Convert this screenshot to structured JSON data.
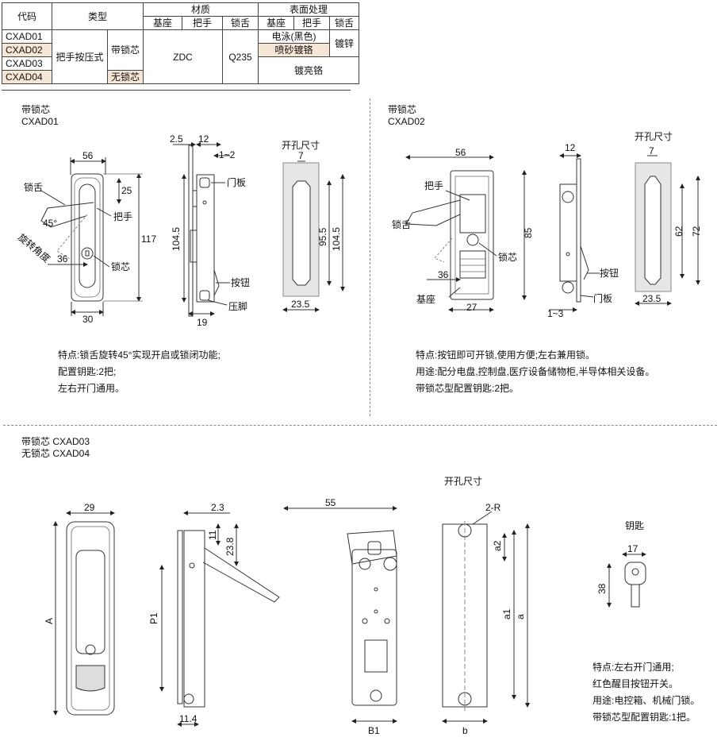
{
  "table": {
    "h_code": "代码",
    "h_type": "类型",
    "h_material": "材质",
    "h_surface": "表面处理",
    "sub_base": "基座",
    "sub_handle": "把手",
    "sub_tongue": "锁舌",
    "codes": [
      "CXAD01",
      "CXAD02",
      "CXAD03",
      "CXAD04"
    ],
    "type_main": "把手按压式",
    "with_core": "带锁芯",
    "without_core": "无锁芯",
    "mat_base": "ZDC",
    "mat_tongue": "Q235",
    "surf_1": "电泳(黑色)",
    "surf_2": "喷砂镀铬",
    "surf_zinc": "镀锌",
    "surf_3": "镀亮铬"
  },
  "section1": {
    "title_a": "带锁芯",
    "title_b": "CXAD01",
    "label_tongue": "锁舌",
    "label_rotate": "旋转角度",
    "label_handle": "把手",
    "label_core": "锁芯",
    "label_door": "门板",
    "label_button": "按钮",
    "label_foot": "压脚",
    "label_hole": "开孔尺寸",
    "dims": [
      "56",
      "25",
      "45°",
      "117",
      "36",
      "30",
      "2.5",
      "12",
      "1~2",
      "104.5",
      "19",
      "7",
      "95.5",
      "104.5",
      "23.5"
    ],
    "notes": [
      "特点:锁舌旋转45°实现开启或锁闭功能;",
      "配置钥匙:2把;",
      "左右开门通用。"
    ]
  },
  "section2": {
    "title_a": "带锁芯",
    "title_b": "CXAD02",
    "label_handle": "把手",
    "label_tongue": "锁舌",
    "label_core": "锁芯",
    "label_base": "基座",
    "label_button": "按钮",
    "label_door": "门板",
    "label_hole": "开孔尺寸",
    "dims": [
      "56",
      "85",
      "36",
      "27",
      "12",
      "1~3",
      "7",
      "62",
      "72",
      "23.5"
    ],
    "notes": [
      "特点:按钮即可开锁,使用方便;左右兼用锁。",
      "用途:配分电盘,控制盘,医疗设备储物柜,半导体相关设备。",
      "带锁芯型配置钥匙:2把。"
    ]
  },
  "section3": {
    "title_a": "带锁芯 CXAD03",
    "title_b": "无锁芯 CXAD04",
    "label_hole": "开孔尺寸",
    "label_key": "钥匙",
    "dims": [
      "29",
      "A",
      "2.3",
      "11",
      "23.8",
      "P1",
      "11.4",
      "55",
      "B1",
      "2-R",
      "a2",
      "a1",
      "a",
      "b",
      "17",
      "38"
    ],
    "notes": [
      "特点:左右开门通用;",
      "红色醒目按钮开关。",
      "用途:电控箱、机械门锁。",
      "带锁芯型配置钥匙:1把。"
    ]
  }
}
